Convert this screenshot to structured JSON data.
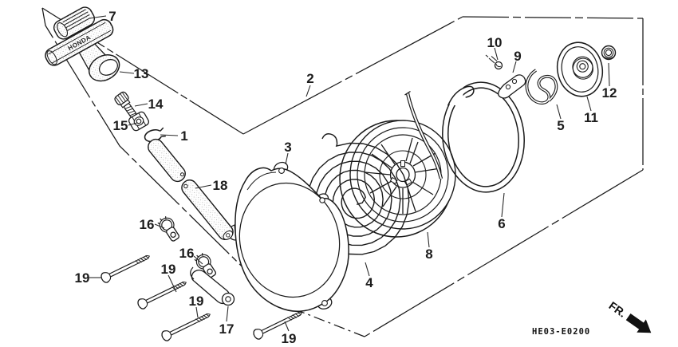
{
  "diagram": {
    "drawing_code": "HE03-E0200",
    "direction_label": "FR.",
    "handle_brand": "HONDA",
    "ink_color": "#1a1a1a",
    "paper_color": "#ffffff"
  },
  "callouts": [
    {
      "part": "7",
      "text": "7"
    },
    {
      "part": "13",
      "text": "13"
    },
    {
      "part": "14",
      "text": "14"
    },
    {
      "part": "15",
      "text": "15"
    },
    {
      "part": "1",
      "text": "1"
    },
    {
      "part": "18",
      "text": "18"
    },
    {
      "part": "2",
      "text": "2"
    },
    {
      "part": "3",
      "text": "3"
    },
    {
      "part": "16",
      "text": "16"
    },
    {
      "part": "16",
      "text": "16"
    },
    {
      "part": "19",
      "text": "19"
    },
    {
      "part": "19",
      "text": "19"
    },
    {
      "part": "19",
      "text": "19"
    },
    {
      "part": "19",
      "text": "19"
    },
    {
      "part": "17",
      "text": "17"
    },
    {
      "part": "4",
      "text": "4"
    },
    {
      "part": "8",
      "text": "8"
    },
    {
      "part": "6",
      "text": "6"
    },
    {
      "part": "5",
      "text": "5"
    },
    {
      "part": "11",
      "text": "11"
    },
    {
      "part": "12",
      "text": "12"
    },
    {
      "part": "9",
      "text": "9"
    },
    {
      "part": "10",
      "text": "10"
    }
  ]
}
